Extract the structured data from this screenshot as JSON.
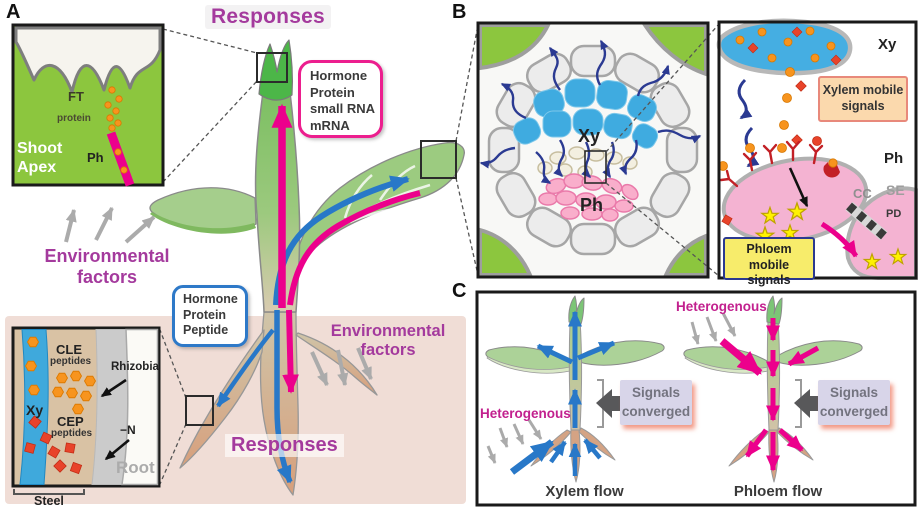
{
  "panels": {
    "a": {
      "label": "A",
      "responses_top": "Responses",
      "responses_bottom": "Responses",
      "env_upper_l1": "Environmental",
      "env_upper_l2": "factors",
      "env_lower_l1": "Environmental",
      "env_lower_l2": "factors",
      "shoot_inset": {
        "ft": "FT",
        "protein": "protein",
        "ph": "Ph",
        "title_l1": "Shoot",
        "title_l2": "Apex"
      },
      "mobile_box_top": {
        "lines": [
          "Hormone",
          "Protein",
          "small RNA",
          "mRNA"
        ]
      },
      "mobile_box_bottom": {
        "lines": [
          "Hormone",
          "Protein",
          "Peptide"
        ]
      },
      "root_inset": {
        "xy": "Xy",
        "cle": "CLE",
        "cle_sub": "peptides",
        "cep": "CEP",
        "cep_sub": "peptides",
        "rhizobia": "Rhizobia",
        "minus_n": "−N",
        "root": "Root",
        "stele": "Steel"
      }
    },
    "b": {
      "label": "B",
      "xy": "Xy",
      "ph": "Ph",
      "inset": {
        "xy": "Xy",
        "ph": "Ph",
        "cc": "CC",
        "se": "SE",
        "pd": "PD",
        "xylem_box_l1": "Xylem mobile",
        "xylem_box_l2": "signals",
        "phloem_box_l1": "Phloem mobile",
        "phloem_box_l2": "signals"
      }
    },
    "c": {
      "label": "C",
      "hetero_top": "Heterogenous",
      "hetero_left": "Heterogenous",
      "signals_left_l1": "Signals",
      "signals_left_l2": "converged",
      "signals_right_l1": "Signals",
      "signals_right_l2": "converged",
      "xylem_flow": "Xylem flow",
      "phloem_flow": "Phloem flow"
    }
  },
  "colors": {
    "magenta": "#EC008C",
    "purple": "#A43A9D",
    "heterogenous_magenta": "#C2208E",
    "blue": "#2878C8",
    "navy": "#2B3A92",
    "orange": "#F7941E",
    "red_signal": "#E8432A",
    "inset_green": "#8CC63E",
    "soil_pink": "#F0DDD6",
    "xylem_cell_blue": "#3FABE0",
    "phloem_cell_pink": "#F9AECB",
    "lavender_box": "#D8D5E9",
    "yellow_box": "#F7EC6B",
    "peach_box": "#FBD9AD"
  }
}
